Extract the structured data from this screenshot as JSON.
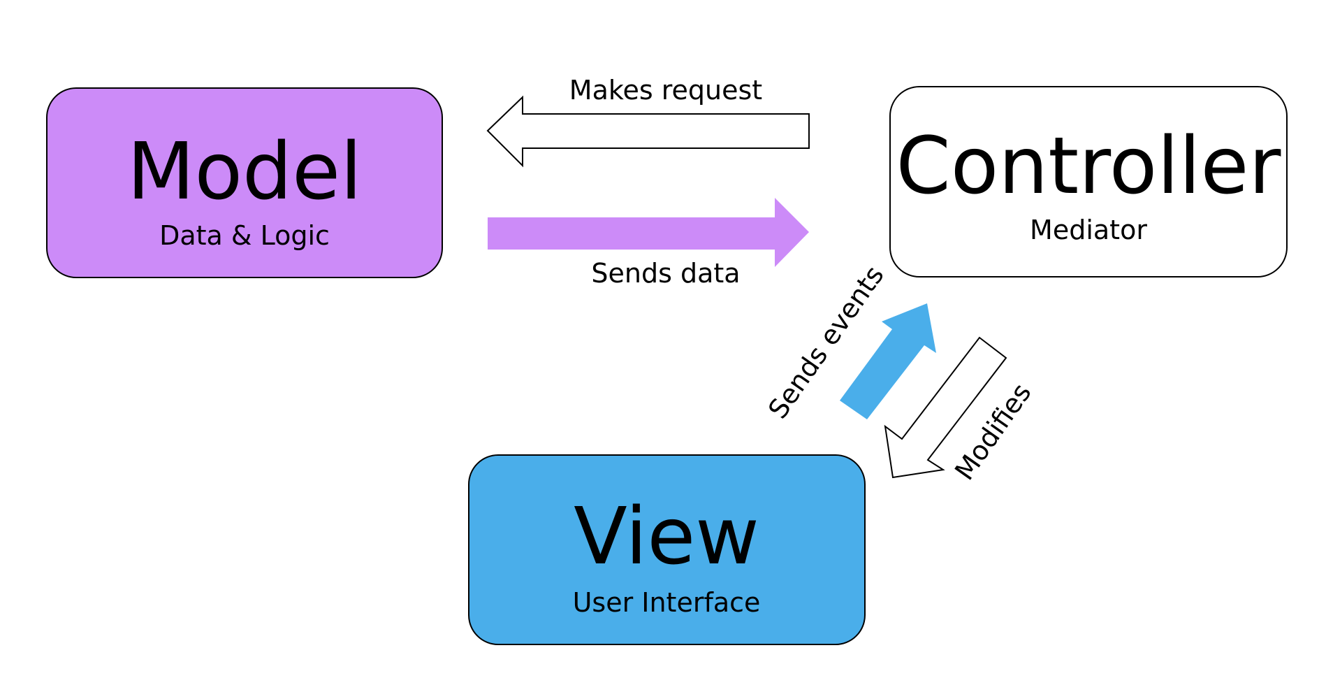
{
  "colors": {
    "model_fill": "#cc8bf8",
    "view_fill": "#4aaeea",
    "controller_fill": "#ffffff",
    "outline": "#000000"
  },
  "model": {
    "title": "Model",
    "subtitle": "Data & Logic"
  },
  "controller": {
    "title": "Controller",
    "subtitle": "Mediator"
  },
  "view": {
    "title": "View",
    "subtitle": "User Interface"
  },
  "arrows": {
    "makes_request": "Makes request",
    "sends_data": "Sends data",
    "sends_events": "Sends events",
    "modifies": "Modifies"
  }
}
